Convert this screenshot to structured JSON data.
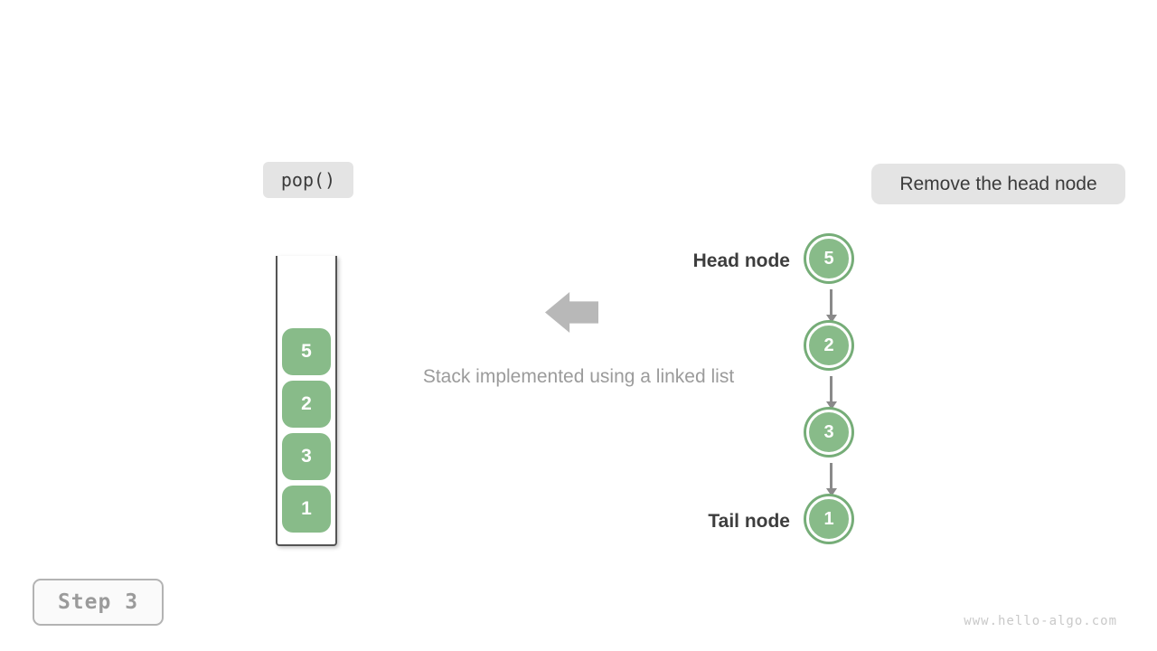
{
  "operation_label": "pop()",
  "annotation_label": "Remove the head node",
  "caption": "Stack implemented using a linked list",
  "stack": {
    "items": [
      "5",
      "2",
      "3",
      "1"
    ]
  },
  "linked_list": {
    "head_label": "Head node",
    "tail_label": "Tail node",
    "nodes": [
      "5",
      "2",
      "3",
      "1"
    ]
  },
  "step_label": "Step 3",
  "watermark": "www.hello-algo.com",
  "colors": {
    "node_green": "#88bb89",
    "node_ring_green": "#76ad78",
    "label_background": "#e4e4e4",
    "label_text": "#3b3b3b",
    "muted_text": "#9b9b9b",
    "block_arrow_gray": "#b8b8b8",
    "link_arrow_gray": "#8a8a8a",
    "container_border": "#545454",
    "watermark_gray": "#c9c9c9"
  }
}
